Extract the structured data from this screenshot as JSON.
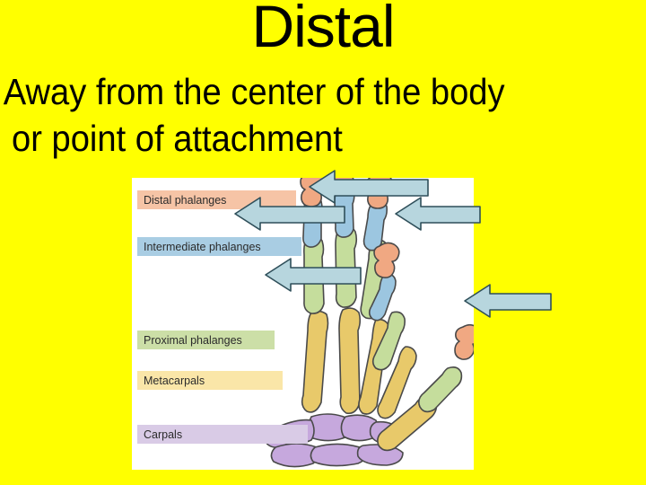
{
  "slide": {
    "background_color": "#ffff00",
    "title": "Distal",
    "subtitle_line1": "Away from the center of the body",
    "subtitle_line2": " or point of attachment"
  },
  "figure": {
    "background_color": "#ffffff",
    "caption_note": "Skeletal diagram of the bones of the human hand with colour-coded regions",
    "legend": [
      {
        "label": "Distal phalanges",
        "color": "#f6c4a6"
      },
      {
        "label": "Intermediate phalanges",
        "color": "#a9cde3"
      },
      {
        "label": "Proximal phalanges",
        "color": "#ccdfa7"
      },
      {
        "label": "Metacarpals",
        "color": "#fae6a8"
      },
      {
        "label": "Carpals",
        "color": "#d9cbe6"
      }
    ],
    "bone_colors": {
      "distal_phalanges": "#f0a882",
      "intermediate_phalanges": "#9cc6e0",
      "proximal_phalanges": "#c5dd9c",
      "metacarpals": "#e8c96a",
      "carpals": "#c6a8dd",
      "outline": "#4a4a4a"
    },
    "arrows": {
      "count": 5,
      "fill_color": "#b7d6de",
      "outline_color": "#2f4f5a",
      "direction": "left",
      "targets": [
        "middle-finger distal phalanx",
        "ring-finger distal phalanx",
        "index-finger distal phalanx",
        "little-finger distal phalanx",
        "thumb distal phalanx"
      ]
    }
  }
}
